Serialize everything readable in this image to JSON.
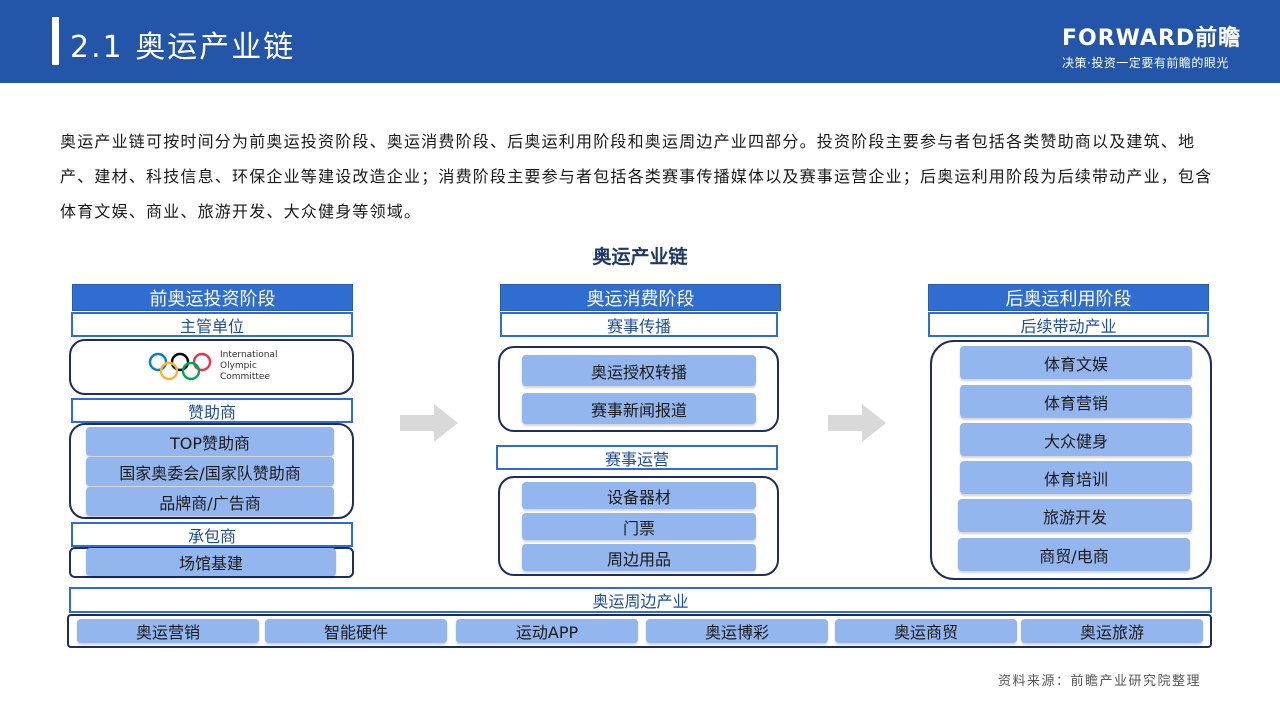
{
  "header": {
    "title": "2.1 奥运产业链",
    "brand": "FORWARD前瞻",
    "slogan": "决策·投资一定要有前瞻的眼光"
  },
  "intro": "奥运产业链可按时间分为前奥运投资阶段、奥运消费阶段、后奥运利用阶段和奥运周边产业四部分。投资阶段主要参与者包括各类赞助商以及建筑、地产、建材、科技信息、环保企业等建设改造企业；消费阶段主要参与者包括各类赛事传播媒体以及赛事运营企业；后奥运利用阶段为后续带动产业，包含体育文娱、商业、旅游开发、大众健身等领域。",
  "diagram": {
    "title": "奥运产业链",
    "pre": {
      "stage": "前奥运投资阶段",
      "authority": "主管单位",
      "ioc_lines": [
        "International",
        "Olympic",
        "Committee"
      ],
      "sponsor_label": "赞助商",
      "sponsors": [
        "TOP赞助商",
        "国家奥委会/国家队赞助商",
        "品牌商/广告商"
      ],
      "contractor_label": "承包商",
      "contractors": [
        "场馆基建"
      ]
    },
    "consume": {
      "stage": "奥运消费阶段",
      "broadcast_label": "赛事传播",
      "broadcast": [
        "奥运授权转播",
        "赛事新闻报道"
      ],
      "operation_label": "赛事运营",
      "operation": [
        "设备器材",
        "门票",
        "周边用品"
      ]
    },
    "post": {
      "stage": "后奥运利用阶段",
      "driven_label": "后续带动产业",
      "driven": [
        "体育文娱",
        "体育营销",
        "大众健身",
        "体育培训",
        "旅游开发",
        "商贸/电商"
      ]
    },
    "periphery": {
      "label": "奥运周边产业",
      "items": [
        "奥运营销",
        "智能硬件",
        "运动APP",
        "奥运博彩",
        "奥运商贸",
        "奥运旅游"
      ]
    }
  },
  "colors": {
    "header": "#2356a8",
    "stage": "#2f6dd0",
    "item": "#93b6ee",
    "group_border": "#1f2d5a",
    "arrow": "#d9d9d9"
  },
  "icons": [
    "olympic-rings-icon",
    "arrow-right-icon"
  ],
  "source": "资料来源：前瞻产业研究院整理"
}
